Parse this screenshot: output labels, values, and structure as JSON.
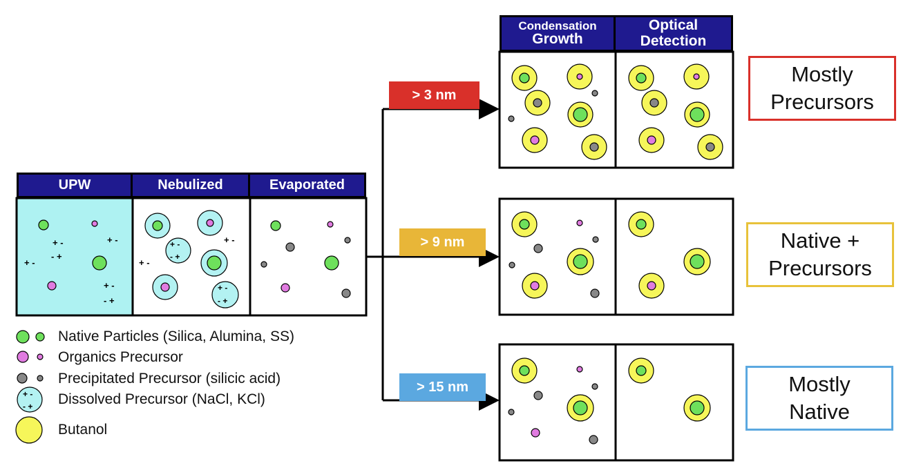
{
  "source_panel": {
    "headers": [
      "UPW",
      "Nebulized",
      "Evaporated"
    ]
  },
  "detection_headers": {
    "condensation_line1": "Condensation",
    "condensation_line2": "Growth",
    "optical_line1": "Optical",
    "optical_line2": "Detection"
  },
  "branches": [
    {
      "cutoff": "> 3 nm",
      "color": "#d9302a",
      "result_line1": "Mostly",
      "result_line2": "Precursors",
      "result_border": "#d9302a"
    },
    {
      "cutoff": "> 9 nm",
      "color": "#e8b638",
      "result_line1": "Native +",
      "result_line2": "Precursors",
      "result_border": "#e8c23a"
    },
    {
      "cutoff": "> 15 nm",
      "color": "#5ba8e0",
      "result_line1": "Mostly",
      "result_line2": "Native",
      "result_border": "#5ba8e0"
    }
  ],
  "legend": [
    {
      "label": "Native Particles (Silica, Alumina, SS)",
      "icon": "native-particle-icon"
    },
    {
      "label": "Organics Precursor",
      "icon": "organics-precursor-icon"
    },
    {
      "label": "Precipitated Precursor (silicic acid)",
      "icon": "precipitated-precursor-icon"
    },
    {
      "label": "Dissolved Precursor (NaCl, KCl)",
      "icon": "dissolved-precursor-icon"
    },
    {
      "label": "Butanol",
      "icon": "butanol-icon"
    }
  ],
  "colors": {
    "header_bg": "#1f1a8f",
    "upw_fill": "#aef2f2",
    "native": "#6ee05c",
    "organics": "#e07be0",
    "precipitated": "#888888",
    "butanol": "#f6f65a",
    "dissolved": "#b3f2f2"
  }
}
